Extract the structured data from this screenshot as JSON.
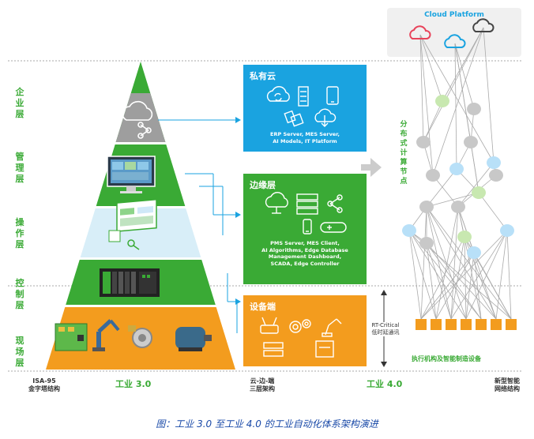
{
  "layers_isa95": [
    "企业层",
    "管理层",
    "操作层",
    "控制层",
    "现场层"
  ],
  "bottom": {
    "isa95": "ISA-95\n金字塔结构",
    "industry30": "工业 3.0",
    "cloud_edge": "云-边-端\n三层架构",
    "industry40": "工业 4.0",
    "network": "新型智能\n网络结构"
  },
  "boxes": {
    "private_cloud": {
      "title": "私有云",
      "text": "ERP Server, MES Server,\nAI Models, IT Platform",
      "color": "#1aa3e0"
    },
    "edge": {
      "title": "边缘层",
      "text": "PMS Server, MES Client,\nAI Algorithms, Edge Database\nManagement Dashboard,\nSCADA, Edge Controller",
      "color": "#3aaa35"
    },
    "device": {
      "title": "设备端",
      "color": "#f39c1e"
    }
  },
  "network": {
    "cloud_platform": "Cloud Platform",
    "vertical_label": "分布式计算节点",
    "rt_critical": "RT-Critical\n低时延通讯",
    "actuators": "执行机构及智能制造设备"
  },
  "caption": "图：工业 3.0 至工业 4.0 的工业自动化体系架构演进",
  "colors": {
    "gray_layer": "#9e9e9e",
    "green": "#3aaa35",
    "light_blue": "#d8eef8",
    "orange": "#f39c1e",
    "cloud_red": "#e8435a",
    "cloud_blue": "#1aa3e0",
    "cloud_dark": "#444444",
    "node_green": "#c8e8b0",
    "node_blue": "#b8e0f8",
    "node_gray": "#c8c8c8"
  },
  "icons": [
    "cloud-share-icon",
    "monitor-icon",
    "dashboard-icon",
    "controller-icon",
    "machines-icon",
    "sync-cloud-icon",
    "server-icon",
    "tablet-icon",
    "handshake-icon",
    "cloud-download-icon",
    "cloud-network-icon",
    "server-rack-icon",
    "share-icon",
    "phone-icon",
    "gamepad-icon",
    "router-icon",
    "gears-icon",
    "robot-arm-icon",
    "switch-icon",
    "chip-icon"
  ]
}
